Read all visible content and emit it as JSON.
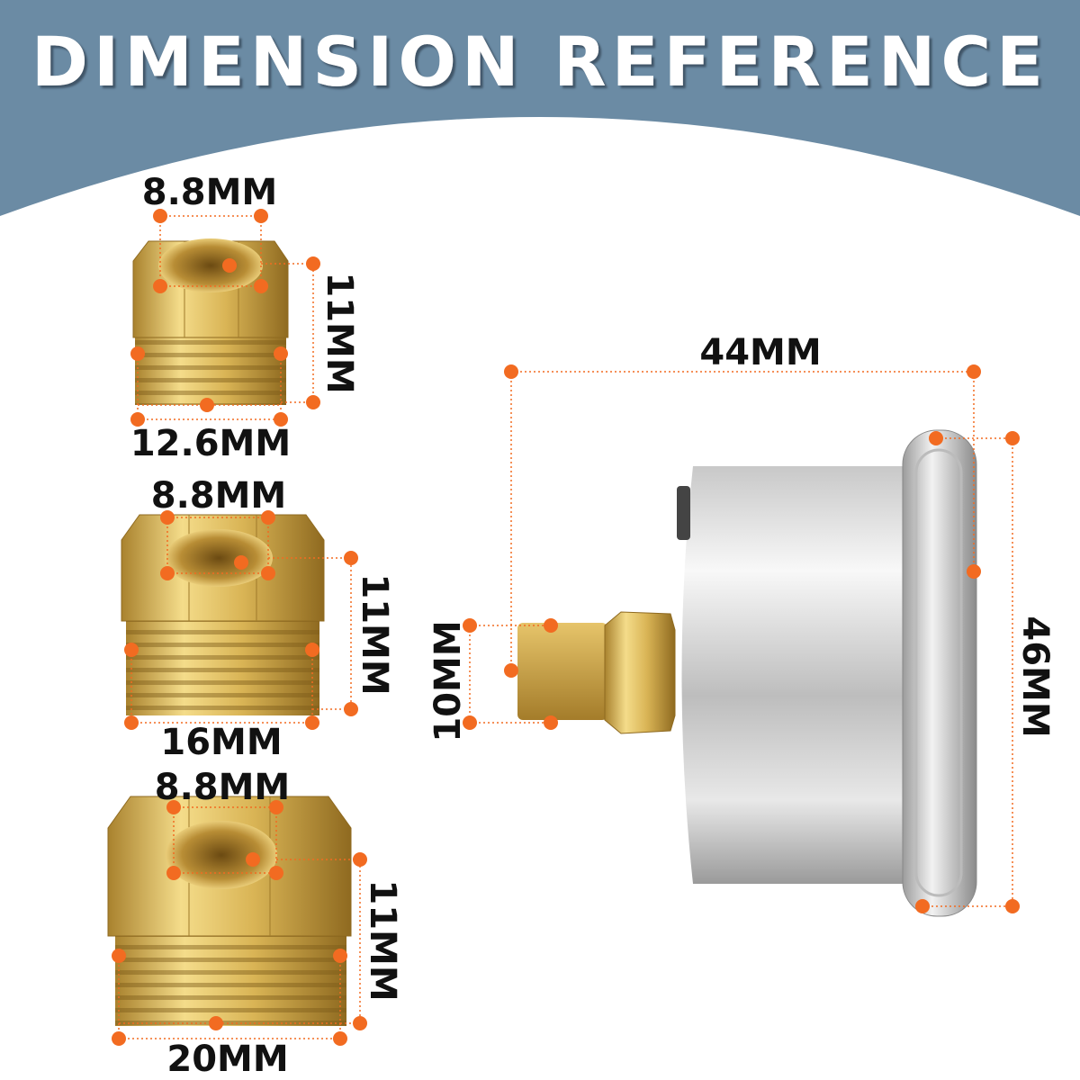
{
  "header": {
    "title": "DIMENSION REFERENCE",
    "background_color": "#6b8ba4"
  },
  "accent_color": "#f26b21",
  "fittings": [
    {
      "inner": "8.8MM",
      "height": "11MM",
      "outer": "12.6MM"
    },
    {
      "inner": "8.8MM",
      "height": "11MM",
      "outer": "16MM"
    },
    {
      "inner": "8.8MM",
      "height": "11MM",
      "outer": "20MM"
    }
  ],
  "gauge": {
    "length": "44MM",
    "diameter": "46MM",
    "thread": "10MM"
  }
}
